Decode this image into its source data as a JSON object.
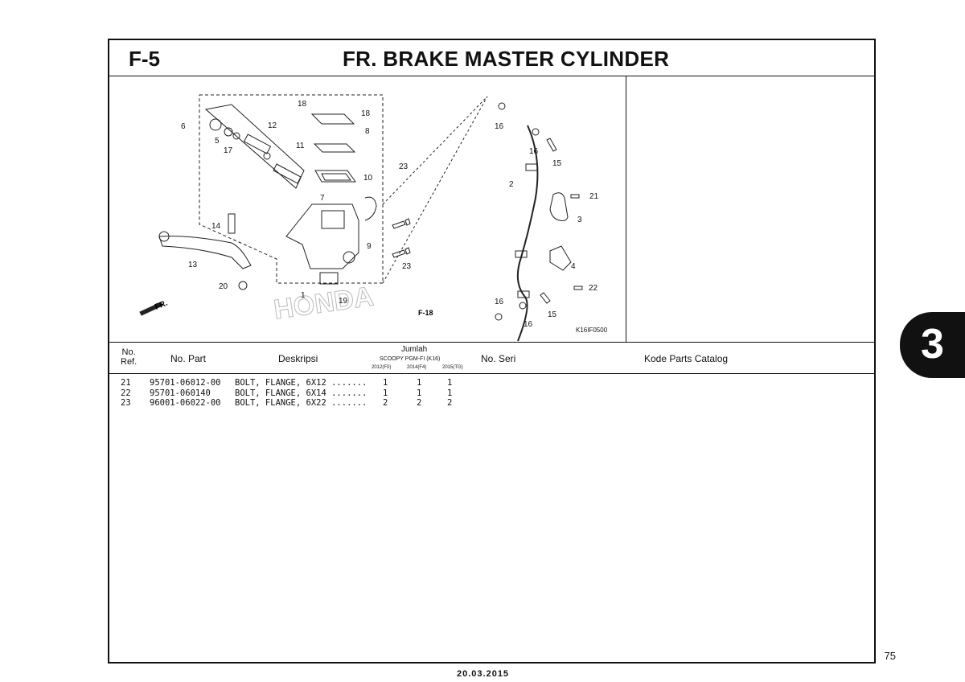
{
  "header": {
    "section_code": "F-5",
    "title": "FR. BRAKE MASTER CYLINDER"
  },
  "diagram": {
    "code": "K16IF0500",
    "direction_label": "FR.",
    "ref_label": "F-18",
    "watermark": "HONDA",
    "callouts": [
      "1",
      "2",
      "3",
      "4",
      "5",
      "6",
      "7",
      "8",
      "9",
      "10",
      "11",
      "12",
      "13",
      "14",
      "15",
      "15",
      "16",
      "16",
      "16",
      "16",
      "17",
      "18",
      "18",
      "19",
      "20",
      "21",
      "22",
      "23",
      "23"
    ]
  },
  "table": {
    "headers": {
      "no_ref": "No.\nRef.",
      "no_part": "No. Part",
      "deskripsi": "Deskripsi",
      "jumlah": "Jumlah",
      "model": "SCOOPY PGM-FI (K16)",
      "years": [
        "2012(F0)",
        "2014(F4)",
        "2015(TG)"
      ],
      "no_seri": "No. Seri",
      "kode": "Kode Parts Catalog"
    },
    "rows": [
      {
        "ref": "21",
        "part": "95701-06012-00",
        "desc": "BOLT, FLANGE, 6X12 .......",
        "q1": "1",
        "q2": "1",
        "q3": "1"
      },
      {
        "ref": "22",
        "part": "95701-060140",
        "desc": "BOLT, FLANGE, 6X14 .......",
        "q1": "1",
        "q2": "1",
        "q3": "1"
      },
      {
        "ref": "23",
        "part": "96001-06022-00",
        "desc": "BOLT, FLANGE, 6X22 .......",
        "q1": "2",
        "q2": "2",
        "q3": "2"
      }
    ]
  },
  "page_number": "75",
  "date": "20.03.2015",
  "chapter_tab": "3"
}
